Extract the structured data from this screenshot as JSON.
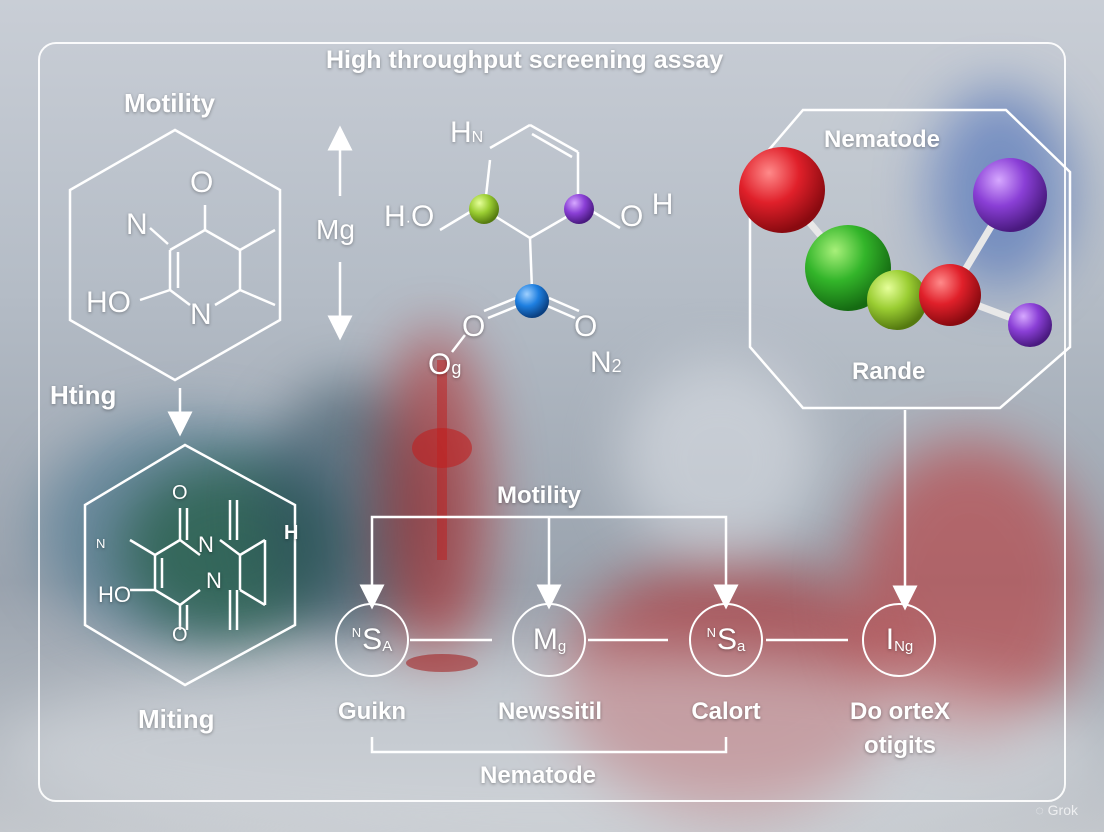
{
  "title": "High throughput screening assay",
  "left": {
    "top_label": "Motility",
    "side_label": "Hting",
    "bottom_label": "Miting",
    "mol1_atoms": [
      "O",
      "N",
      "HO",
      "N"
    ],
    "mol2_atoms": [
      "O",
      "N",
      "N",
      "H",
      "HO",
      "O",
      "N"
    ]
  },
  "middle": {
    "mg_label": "Mg",
    "atoms": {
      "hn": "H",
      "hn_sub": "N",
      "ho_h": "H",
      "ho_o": "O",
      "oh_o": "O",
      "oh_h": "H",
      "o_left": "O",
      "o_right": "O",
      "og": "O",
      "og_sub": "g",
      "n2": "N",
      "n2_sub": "2"
    }
  },
  "right": {
    "top_label": "Nematode",
    "bottom_label": "Rande"
  },
  "flow": {
    "top_label": "Motility",
    "bottom_label": "Nematode",
    "nodes": [
      {
        "sup": "N",
        "main": "S",
        "sub": "A",
        "caption": "Guikn",
        "caption2": ""
      },
      {
        "sup": "",
        "main": "M",
        "sub": "g",
        "caption": "Newssitil",
        "caption2": ""
      },
      {
        "sup": "N",
        "main": "S",
        "sub": "a",
        "caption": "Calort",
        "caption2": ""
      },
      {
        "sup": "",
        "main": "I",
        "sub": "Ng",
        "caption": "Do orteX",
        "caption2": "otigits"
      }
    ]
  },
  "watermark": "Grok",
  "colors": {
    "red": "#d9262e",
    "green": "#3fbf2e",
    "lime": "#9acd32",
    "purple": "#8a3fd6",
    "blue": "#1e7fe0",
    "line": "#ffffff"
  }
}
